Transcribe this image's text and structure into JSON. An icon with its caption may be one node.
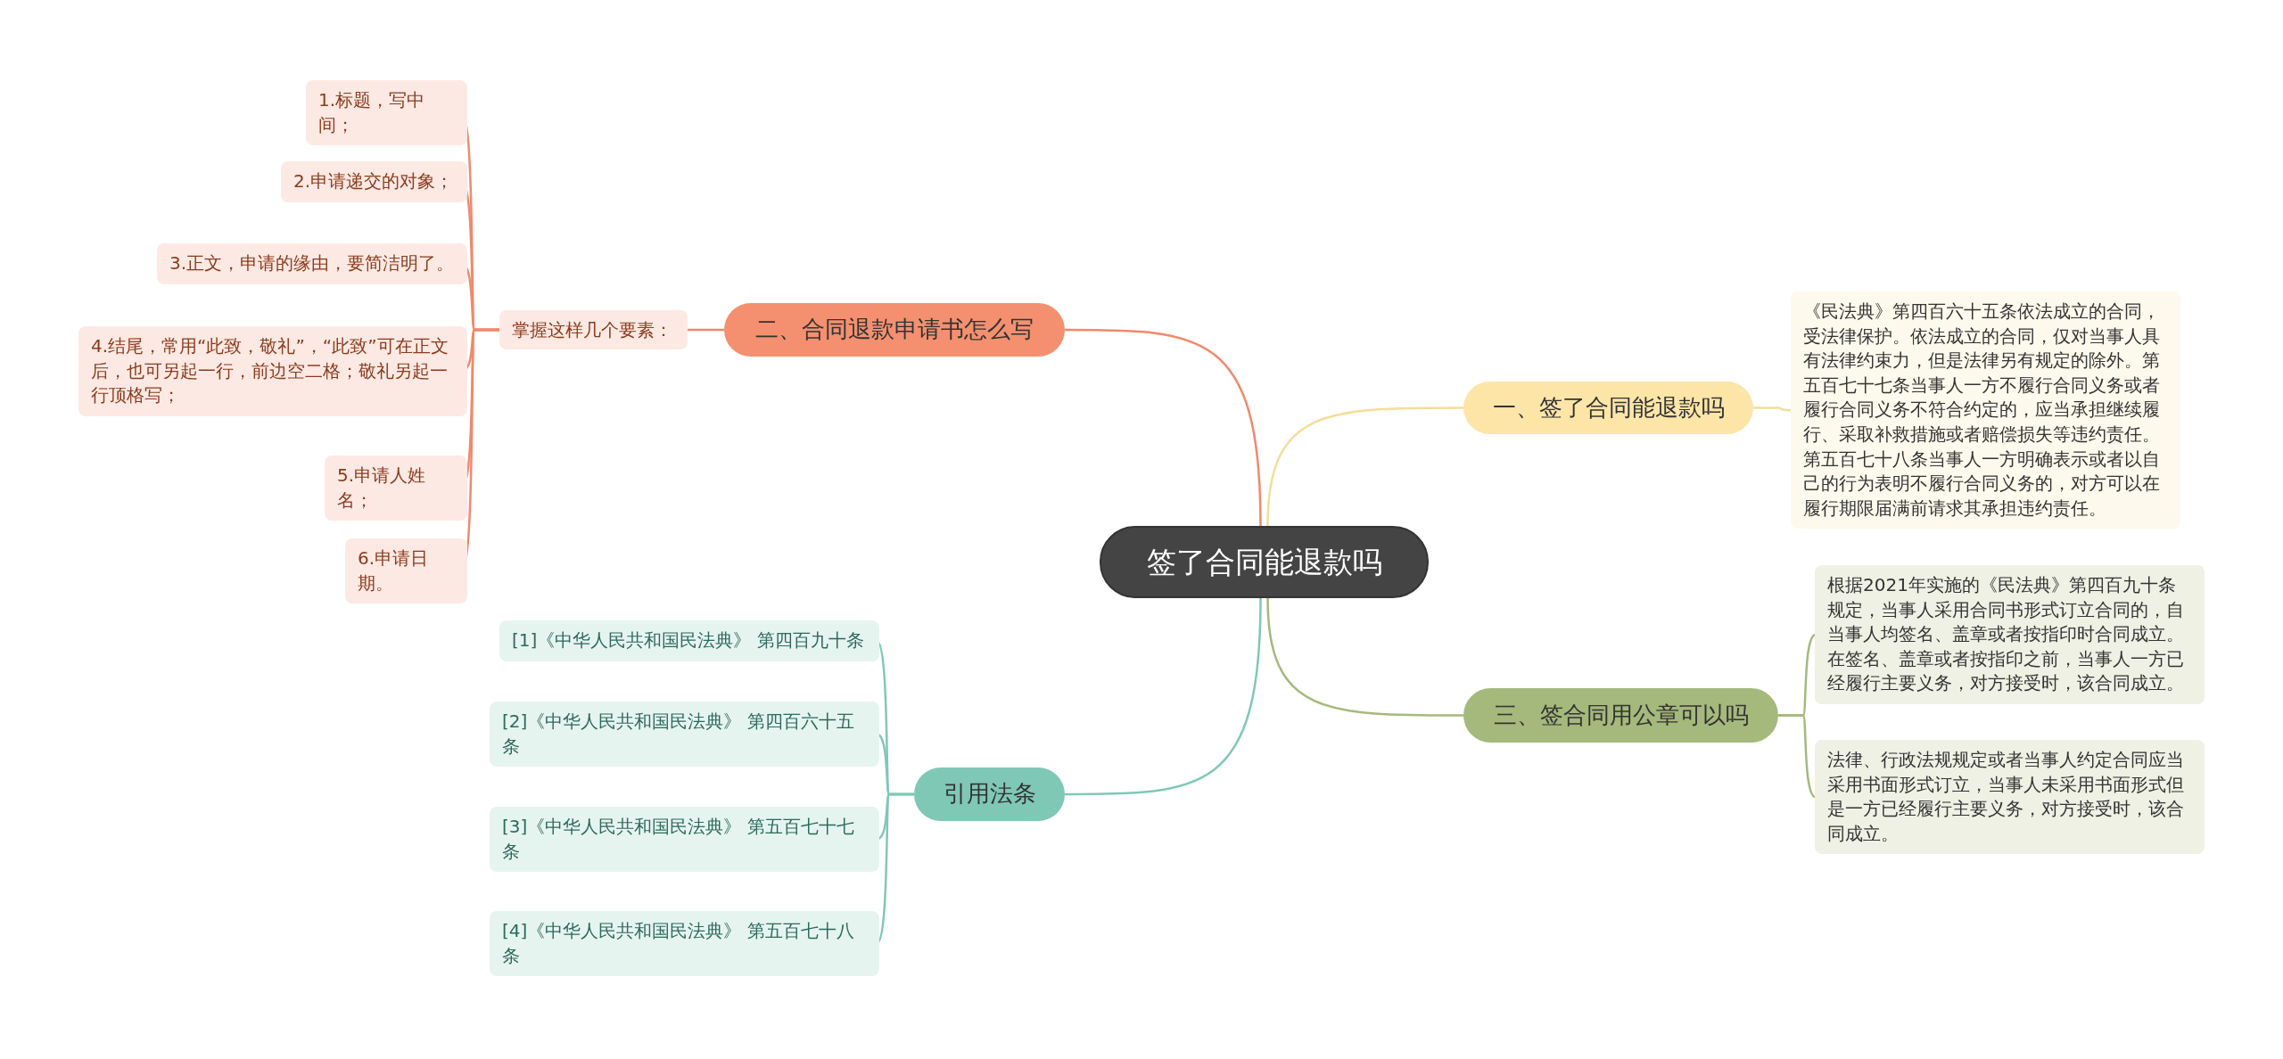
{
  "diagram": {
    "nodes": [
      {
        "text": [
          "签了合同能退款吗"
        ]
      },
      {
        "text": [
          "一、签了合同能退款吗"
        ]
      },
      {
        "text": [
          "《民法典》第四百六十五条依法成立的合同，受法律保护。依法成立的合同，仅对当事人具有法律约束力，但是法律另有规定的除外。第五百七十七条当事人一方不履行合同义务或者履行合同义务不符合约定的，应当承担继续履行、采取补救措施或者赔偿损失等违约责任。第五百七十八条当事人一方明确表示或者以自己的行为表明不履行合同义务的，对方可以在履行期限届满前请求其承担违约责任。"
        ]
      },
      {
        "text": [
          "二、合同退款申请书怎么写"
        ]
      },
      {
        "text": [
          "掌握这样几个要素："
        ]
      },
      {
        "text": [
          "1.标题，写中间；"
        ]
      },
      {
        "text": [
          "2.申请递交的对象；"
        ]
      },
      {
        "text": [
          "3.正文，申请的缘由，要简洁明了。"
        ]
      },
      {
        "text": [
          "4.结尾，常用“此致，敬礼”，“此致”可在正文后，也可另起一行，前边空二格；敬礼另起一行顶格写；"
        ]
      },
      {
        "text": [
          "5.申请人姓名；"
        ]
      },
      {
        "text": [
          "6.申请日期。"
        ]
      },
      {
        "text": [
          "引用法条"
        ]
      },
      {
        "text": [
          "[1]《中华人民共和国民法典》 第四百九十条"
        ]
      },
      {
        "text": [
          "[2]《中华人民共和国民法典》 第四百六十五条"
        ]
      },
      {
        "text": [
          "[3]《中华人民共和国民法典》 第五百七十七条"
        ]
      },
      {
        "text": [
          "[4]《中华人民共和国民法典》 第五百七十八条"
        ]
      },
      {
        "text": [
          "三、签合同用公章可以吗"
        ]
      },
      {
        "text": [
          "根据2021年实施的《民法典》第四百九十条规定，当事人采用合同书形式订立合同的，自当事人均签名、盖章或者按指印时合同成立。在签名、盖章或者按指印之前，当事人一方已经履行主要义务，对方接受时，该合同成立。"
        ]
      },
      {
        "text": [
          "法律、行政法规规定或者当事人约定合同应当采用书面形式订立，当事人未采用书面形式但是一方已经履行主要义务，对方接受时，该合同成立。"
        ]
      }
    ],
    "edges": [
      {
        "from": 0,
        "to": 1,
        "arrow": "none",
        "color": "#f6dc9b"
      },
      {
        "from": 1,
        "to": 2,
        "arrow": "none",
        "color": "#f6dc9b"
      },
      {
        "from": 0,
        "to": 3,
        "arrow": "none"
      },
      {
        "from": 3,
        "to": 4,
        "arrow": "none"
      },
      {
        "from": 4,
        "to": 5,
        "arrow": "none"
      },
      {
        "from": 4,
        "to": 6,
        "arrow": "none"
      },
      {
        "from": 4,
        "to": 7,
        "arrow": "none"
      },
      {
        "from": 4,
        "to": 8,
        "arrow": "none"
      },
      {
        "from": 4,
        "to": 9,
        "arrow": "none"
      },
      {
        "from": 4,
        "to": 10,
        "arrow": "none"
      },
      {
        "from": 0,
        "to": 11,
        "arrow": "none",
        "color": "#7fc8b6"
      },
      {
        "from": 11,
        "to": 12,
        "arrow": "none",
        "color": "#7fc8b6"
      },
      {
        "from": 11,
        "to": 13,
        "arrow": "none",
        "color": "#7fc8b6"
      },
      {
        "from": 11,
        "to": 14,
        "arrow": "none",
        "color": "#7fc8b6"
      },
      {
        "from": 11,
        "to": 15,
        "arrow": "none",
        "color": "#7fc8b6"
      },
      {
        "from": 0,
        "to": 16,
        "arrow": "none",
        "color": "#a4b97b"
      },
      {
        "from": 16,
        "to": 17,
        "arrow": "none",
        "color": "#a4b97b"
      },
      {
        "from": 16,
        "to": 18,
        "arrow": "none",
        "color": "#a4b97b"
      }
    ]
  }
}
